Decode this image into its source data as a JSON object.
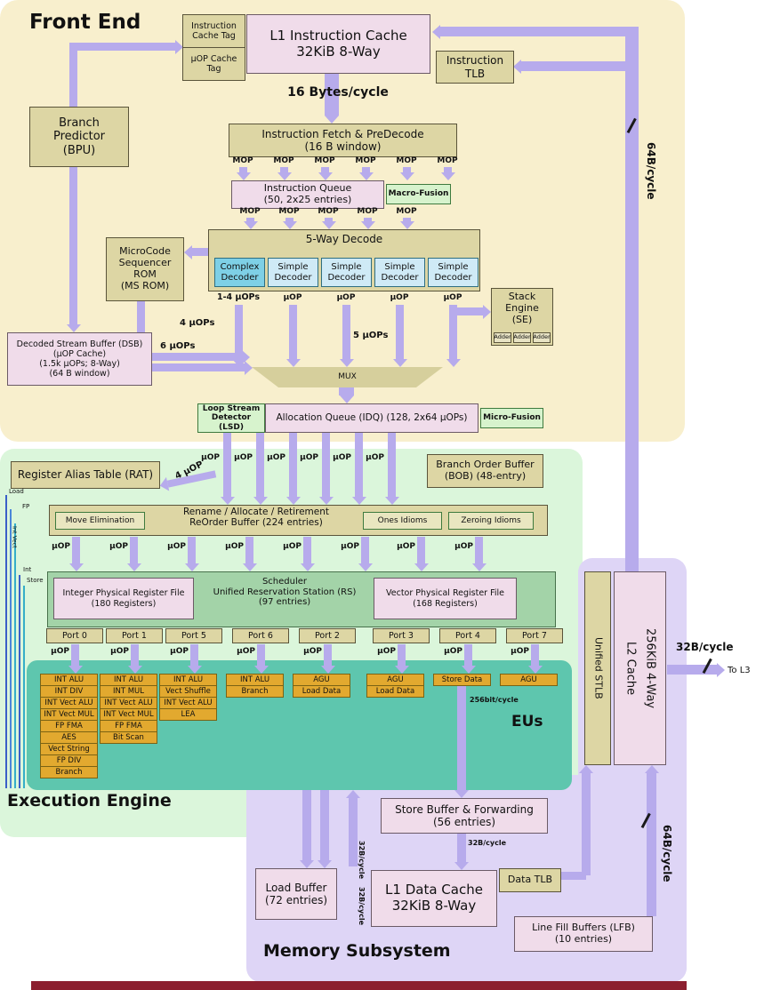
{
  "palette": {
    "front_end_bg": "#f8efcd",
    "exec_bg": "#dbf6db",
    "memory_bg": "#ded5f6",
    "eus_bg": "#5ec6ae",
    "scheduler_bg": "#a3d3a8",
    "box_tan": "#ddd6a4",
    "box_pink": "#f0dcea",
    "box_green": "#d7f3cd",
    "box_gold": "#e2a92f",
    "complex_decoder": "#7ed0e6",
    "simple_decoder": "#cfeaf6",
    "arrow": "#b7abec",
    "footer_bar": "#8c1f2f"
  },
  "front_end": {
    "title": "Front End",
    "icache_tag": "Instruction\nCache Tag",
    "uop_cache_tag": "µOP Cache\nTag",
    "l1i_cache": "L1 Instruction Cache\n32KiB 8-Way",
    "instruction_tlb": "Instruction\nTLB",
    "fetch_rate": "16 Bytes/cycle",
    "branch_predictor": "Branch\nPredictor\n(BPU)",
    "fetch_predecode": "Instruction Fetch & PreDecode\n(16 B window)",
    "instruction_queue": "Instruction Queue\n(50, 2x25 entries)",
    "macro_fusion": "Macro-Fusion",
    "decode_title": "5-Way Decode",
    "complex_decoder": "Complex\nDecoder",
    "simple_decoder": "Simple\nDecoder",
    "ms_rom": "MicroCode\nSequencer\nROM\n(MS ROM)",
    "stack_engine": "Stack\nEngine\n(SE)",
    "adder": "Adder",
    "dsb": "Decoded Stream Buffer (DSB)\n(µOP Cache)\n(1.5k µOPs; 8-Way)\n(64 B window)",
    "mux": "MUX",
    "lsd": "Loop Stream\nDetector (LSD)",
    "idq": "Allocation Queue (IDQ) (128, 2x64 µOPs)",
    "micro_fusion": "Micro-Fusion",
    "uops_1_4": "1-4 µOPs",
    "uops_4": "4 µOPs",
    "uops_5": "5 µOPs",
    "uops_6": "6 µOPs"
  },
  "execution_engine": {
    "title": "Execution Engine",
    "rat": "Register Alias Table (RAT)",
    "uop_4_to_rat": "4 µOP",
    "bob": "Branch Order Buffer\n(BOB) (48-entry)",
    "rename_title": "Rename / Allocate / Retirement\nReOrder Buffer (224 entries)",
    "move_elimination": "Move Elimination",
    "ones_idioms": "Ones Idioms",
    "zeroing_idioms": "Zeroing Idioms",
    "scheduler": "Scheduler\nUnified Reservation Station (RS)\n(97 entries)",
    "int_prf": "Integer Physical Register File\n(180 Registers)",
    "vec_prf": "Vector Physical Register File\n(168 Registers)",
    "ports": [
      "Port 0",
      "Port 1",
      "Port 5",
      "Port 6",
      "Port 2",
      "Port 3",
      "Port 4",
      "Port 7"
    ],
    "eu_stacks": [
      [
        "INT ALU",
        "INT DIV",
        "INT Vect ALU",
        "INT Vect MUL",
        "FP FMA",
        "AES",
        "Vect String",
        "FP DIV",
        "Branch"
      ],
      [
        "INT ALU",
        "INT MUL",
        "INT Vect ALU",
        "INT Vect MUL",
        "FP FMA",
        "Bit Scan"
      ],
      [
        "INT ALU",
        "Vect Shuffle",
        "INT Vect ALU",
        "LEA"
      ],
      [
        "INT ALU",
        "Branch"
      ],
      [
        "AGU",
        "Load Data"
      ],
      [
        "AGU",
        "Load Data"
      ],
      [
        "Store Data"
      ],
      [
        "AGU"
      ]
    ],
    "eus_label": "EUs",
    "bus_labels": {
      "load": "Load",
      "fp": "FP",
      "int_vect": "Int Vect",
      "int": "Int",
      "store": "Store"
    }
  },
  "memory_subsystem": {
    "title": "Memory Subsystem",
    "unified_stlb": "Unified STLB",
    "l2_cache": "L2 Cache\n256KiB 4-Way",
    "store_buffer": "Store Buffer & Forwarding\n(56 entries)",
    "load_buffer": "Load Buffer\n(72 entries)",
    "l1d_cache": "L1 Data Cache\n32KiB 8-Way",
    "data_tlb": "Data TLB",
    "line_fill_buffers": "Line Fill Buffers (LFB)\n(10 entries)"
  },
  "flow_labels": {
    "mop": "MOP",
    "uop": "µOP",
    "b64_cycle": "64B/cycle",
    "b32_cycle": "32B/cycle",
    "bit256_cycle": "256bit/cycle",
    "to_l3": "To L3"
  }
}
